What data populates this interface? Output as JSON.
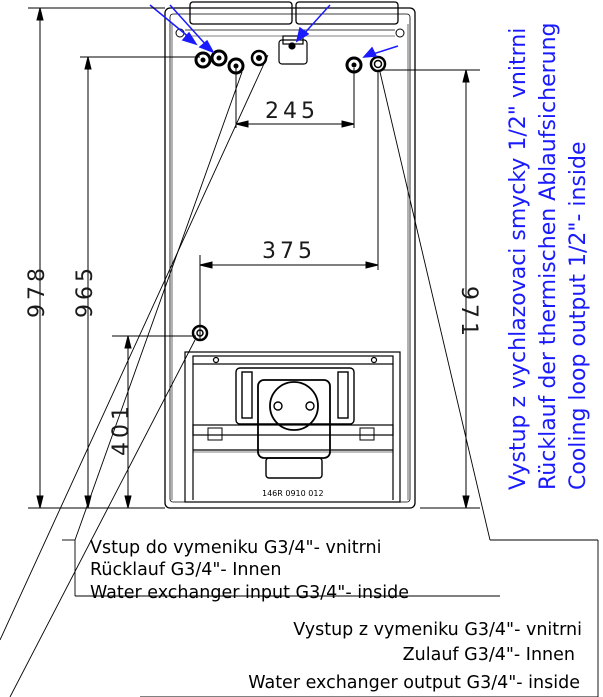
{
  "dimensions": {
    "d245": "245",
    "d375": "375",
    "d978": "978",
    "d965": "965",
    "d971": "971",
    "d401": "401"
  },
  "device": {
    "plate_label": "146R 0910 012"
  },
  "labels": {
    "input": {
      "cz": "Vstup do vymeniku G3/4\"- vnitrni",
      "de": "Rücklauf G3/4\"- Innen",
      "en": "Water exchanger input G3/4\"- inside"
    },
    "output": {
      "cz": "Vystup z vymeniku G3/4\"- vnitrni",
      "de": "Zulauf G3/4\"- Innen",
      "en": "Water exchanger output G3/4\"- inside"
    },
    "cooling": {
      "cz": "Vystup z vychlazovaci smycky 1/2\" vnitrni",
      "de": "Rücklauf der thermischen Ablaufsicherung",
      "en": "Cooling loop output 1/2\"- inside"
    }
  },
  "colors": {
    "label_text": "#1a1aff",
    "line": "#000000"
  }
}
